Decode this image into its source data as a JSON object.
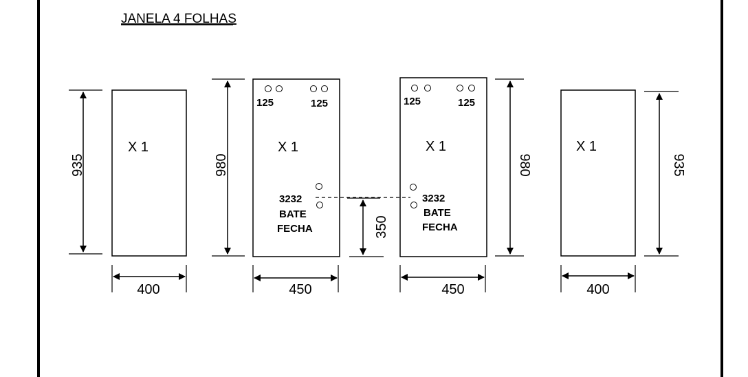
{
  "title": "JANELA 4 FOLHAS",
  "panels": [
    {
      "quantity": "X 1",
      "height": "935",
      "width": "400"
    },
    {
      "quantity": "X 1",
      "height": "980",
      "width": "450",
      "hinge_labels": [
        "125",
        "125"
      ],
      "lock_labels": [
        "3232",
        "BATE",
        "FECHA"
      ]
    },
    {
      "quantity": "X 1",
      "height": "980",
      "width": "450",
      "hinge_labels": [
        "125",
        "125"
      ],
      "lock_labels": [
        "3232",
        "BATE",
        "FECHA"
      ]
    },
    {
      "quantity": "X 1",
      "height": "935",
      "width": "400"
    }
  ],
  "lock_height": "350"
}
